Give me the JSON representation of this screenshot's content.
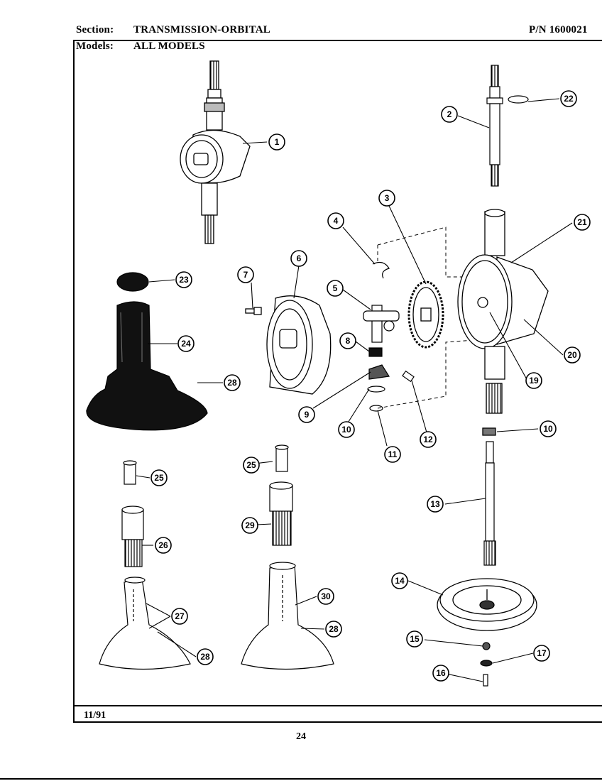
{
  "header": {
    "section_label": "Section:",
    "section_value": "TRANSMISSION-ORBITAL",
    "part_number": "P/N 1600021",
    "models_label": "Models:",
    "models_value": "ALL MODELS"
  },
  "footer": {
    "date": "11/91",
    "page_number": "24"
  },
  "callouts": [
    {
      "id": "callout-1",
      "label": "1",
      "part": "transmission-assembly"
    },
    {
      "id": "callout-2",
      "label": "2",
      "part": "agitator-shaft"
    },
    {
      "id": "callout-3",
      "label": "3",
      "part": "drive-gear"
    },
    {
      "id": "callout-4",
      "label": "4",
      "part": "spring-clip"
    },
    {
      "id": "callout-5",
      "label": "5",
      "part": "crank-arm"
    },
    {
      "id": "callout-6",
      "label": "6",
      "part": "transmission-cover"
    },
    {
      "id": "callout-7",
      "label": "7",
      "part": "cover-screw"
    },
    {
      "id": "callout-8",
      "label": "8",
      "part": "bushing"
    },
    {
      "id": "callout-9",
      "label": "9",
      "part": "pinion-gear"
    },
    {
      "id": "callout-10a",
      "label": "10",
      "part": "washer"
    },
    {
      "id": "callout-10b",
      "label": "10",
      "part": "seal-washer"
    },
    {
      "id": "callout-11",
      "label": "11",
      "part": "retaining-ring"
    },
    {
      "id": "callout-12",
      "label": "12",
      "part": "pin"
    },
    {
      "id": "callout-13",
      "label": "13",
      "part": "pinion-shaft"
    },
    {
      "id": "callout-14",
      "label": "14",
      "part": "pulley"
    },
    {
      "id": "callout-15",
      "label": "15",
      "part": "nut"
    },
    {
      "id": "callout-16",
      "label": "16",
      "part": "bolt"
    },
    {
      "id": "callout-17",
      "label": "17",
      "part": "lock-washer"
    },
    {
      "id": "callout-19",
      "label": "19",
      "part": "plug"
    },
    {
      "id": "callout-20",
      "label": "20",
      "part": "transmission-case"
    },
    {
      "id": "callout-21",
      "label": "21",
      "part": "gasket"
    },
    {
      "id": "callout-22",
      "label": "22",
      "part": "o-ring"
    },
    {
      "id": "callout-23",
      "label": "23",
      "part": "agitator-cap"
    },
    {
      "id": "callout-24",
      "label": "24",
      "part": "agitator"
    },
    {
      "id": "callout-25a",
      "label": "25",
      "part": "agitator-insert"
    },
    {
      "id": "callout-25b",
      "label": "25",
      "part": "agitator-insert"
    },
    {
      "id": "callout-26",
      "label": "26",
      "part": "agitator-spline-coupling"
    },
    {
      "id": "callout-27",
      "label": "27",
      "part": "agitator-barrel"
    },
    {
      "id": "callout-28a",
      "label": "28",
      "part": "agitator-screw"
    },
    {
      "id": "callout-28b",
      "label": "28",
      "part": "agitator-screw"
    },
    {
      "id": "callout-28c",
      "label": "28",
      "part": "agitator-screw"
    },
    {
      "id": "callout-29",
      "label": "29",
      "part": "agitator-spline-coupling"
    },
    {
      "id": "callout-30",
      "label": "30",
      "part": "agitator-barrel"
    }
  ]
}
